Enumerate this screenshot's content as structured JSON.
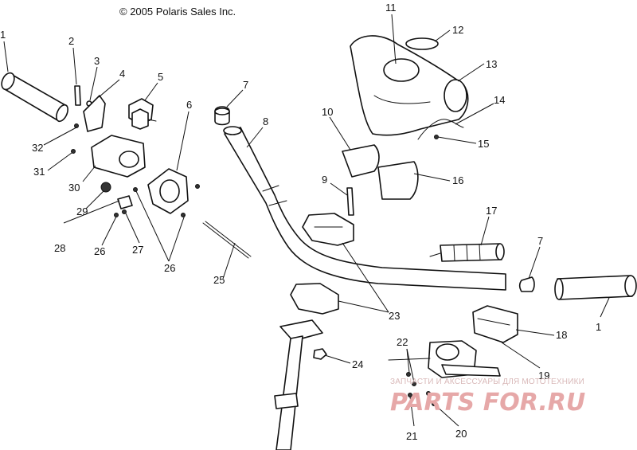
{
  "copyright": "© 2005 Polaris Sales Inc.",
  "callouts": [
    "1",
    "2",
    "3",
    "4",
    "5",
    "6",
    "7",
    "8",
    "9",
    "10",
    "11",
    "12",
    "13",
    "14",
    "15",
    "16",
    "17",
    "18",
    "19",
    "20",
    "21",
    "22",
    "23",
    "24",
    "25",
    "26",
    "27",
    "28",
    "29",
    "30",
    "31",
    "32"
  ],
  "watermark": {
    "tagline": "ЗАПЧАСТИ И АКСЕССУАРЫ ДЛЯ МОТОТЕХНИКИ",
    "brand": "PARTS FOR.RU"
  }
}
